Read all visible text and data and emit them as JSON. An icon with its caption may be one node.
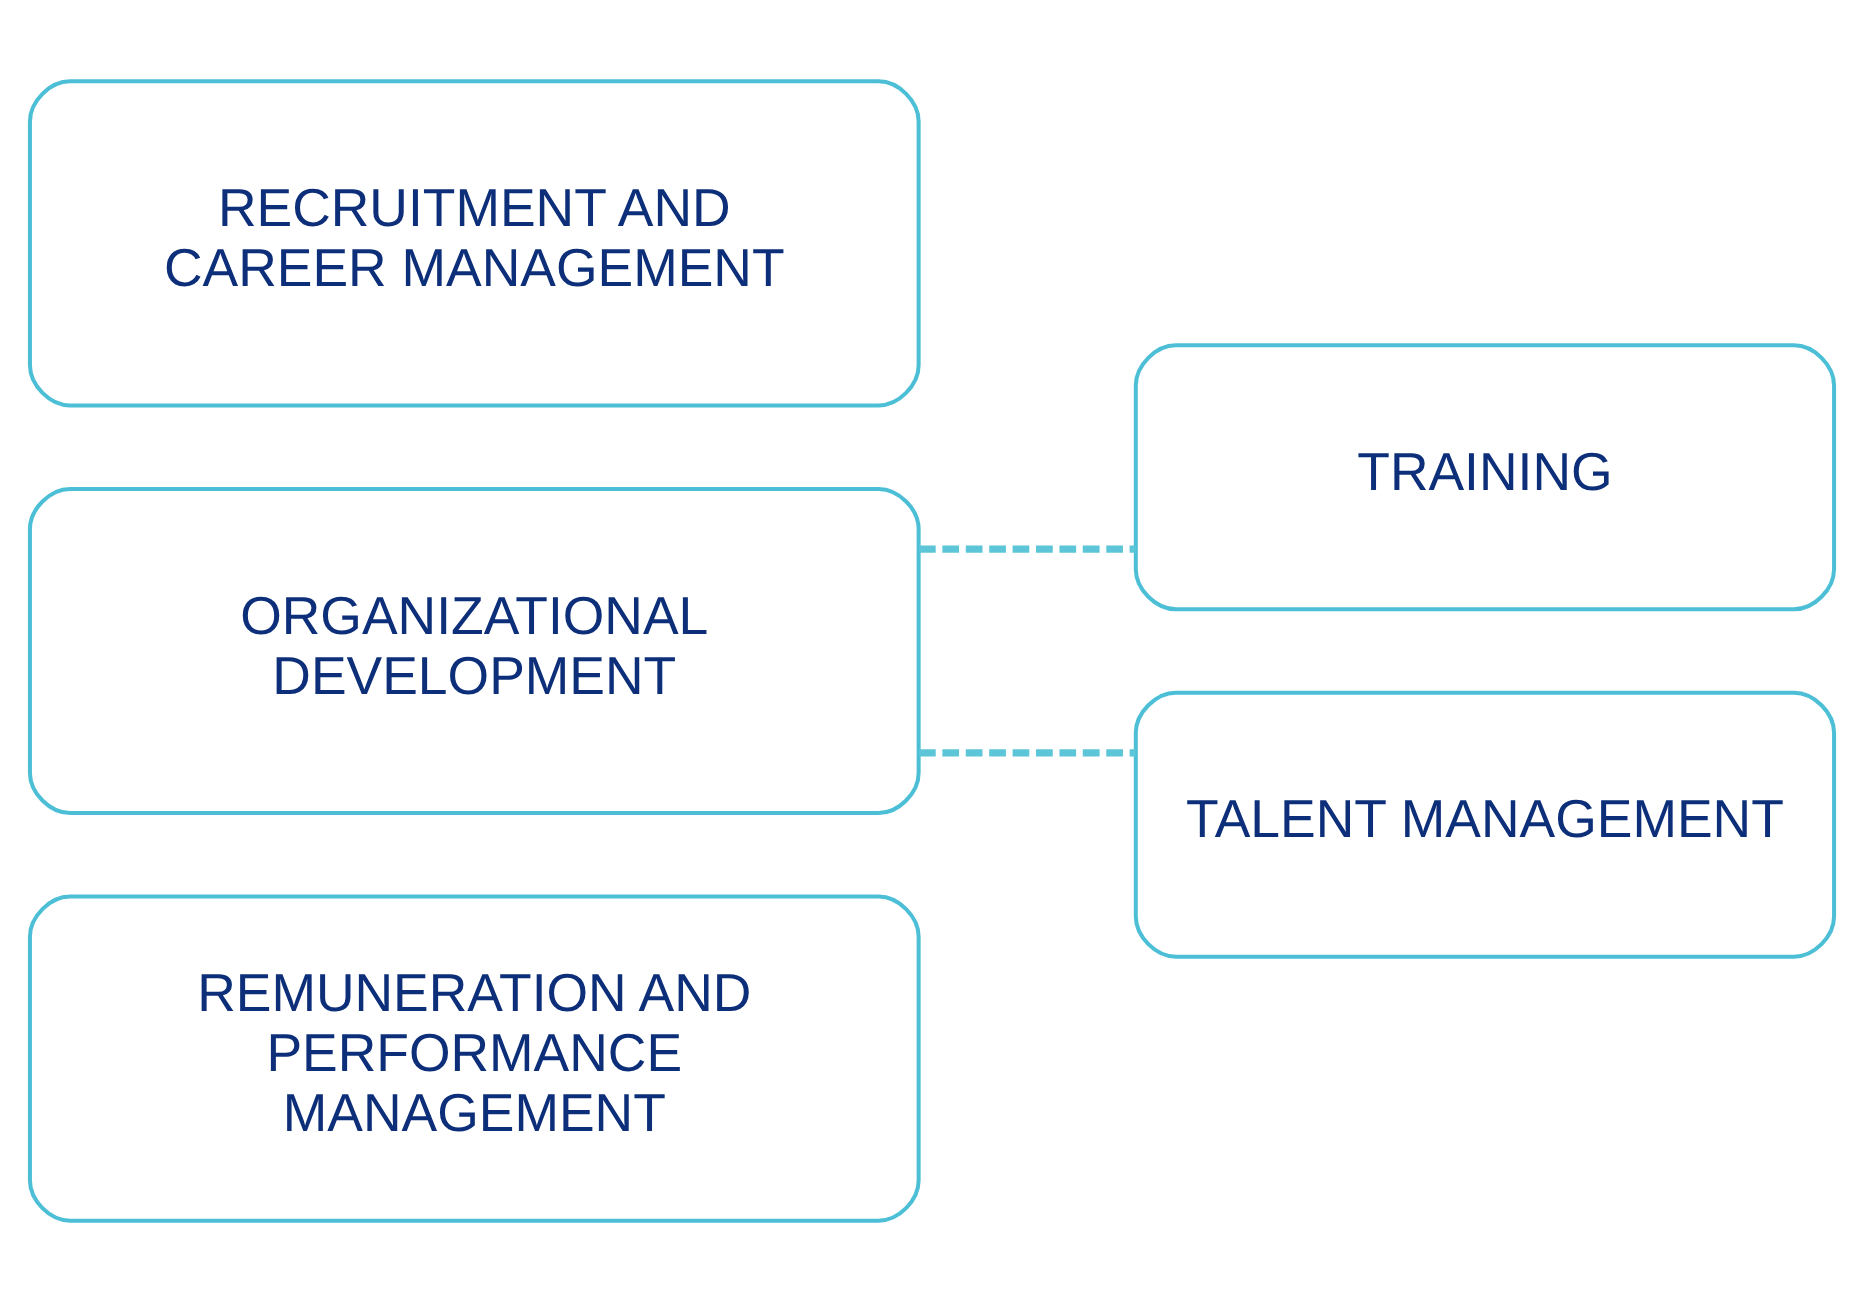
{
  "diagram": {
    "nodes": [
      {
        "text": [
          "RECRUITMENT AND CAREER MANAGEMENT"
        ]
      },
      {
        "text": [
          "ORGANIZATIONAL DEVELOPMENT"
        ]
      },
      {
        "text": [
          "REMUNERATION AND PERFORMANCE MANAGEMENT"
        ]
      },
      {
        "text": [
          "TRAINING"
        ]
      },
      {
        "text": [
          "TALENT MANAGEMENT"
        ]
      }
    ],
    "edges": [
      {
        "from": 1,
        "to": 3,
        "arrow": "none",
        "style": "dashed"
      },
      {
        "from": 1,
        "to": 4,
        "arrow": "none",
        "style": "dashed"
      }
    ]
  }
}
